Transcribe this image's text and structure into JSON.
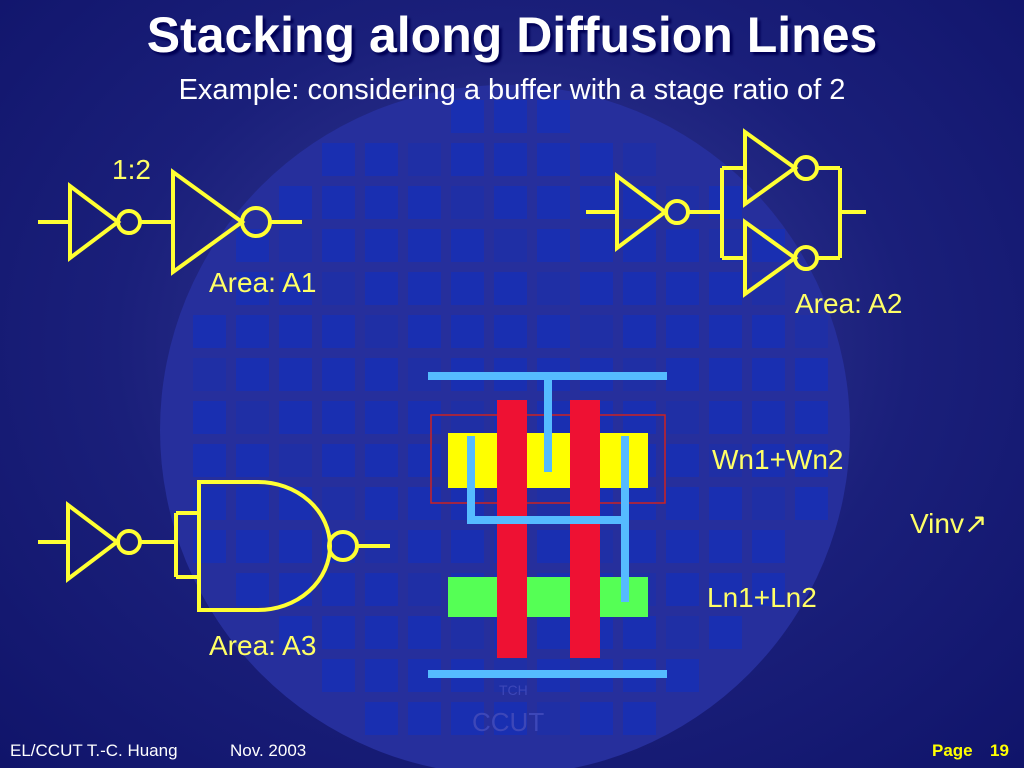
{
  "slide": {
    "title": "Stacking along Diffusion Lines",
    "subtitle": "Example: considering a buffer with a stage ratio of 2"
  },
  "labels": {
    "ratio": "1:2",
    "area_a1": "Area: A1",
    "area_a2": "Area: A2",
    "area_a3": "Area: A3",
    "width_sum": "Wn1+Wn2",
    "length_sum": "Ln1+Ln2",
    "vinv": "Vinv↗"
  },
  "watermark": {
    "small": "TCH",
    "large": "CCUT"
  },
  "footer": {
    "author": "EL/CCUT T.-C. Huang",
    "date": "Nov. 2003",
    "page_label": "Page",
    "page_number": "19"
  },
  "colors": {
    "background": "#1a1f7a",
    "circle": "#2530a0",
    "tile": "#1530b8",
    "gate_stroke": "#ffff33",
    "poly": "#ee1133",
    "diffusion_p": "#ffff00",
    "diffusion_n": "#55ff55",
    "metal": "#55bbff",
    "bbox": "#cc2222"
  }
}
